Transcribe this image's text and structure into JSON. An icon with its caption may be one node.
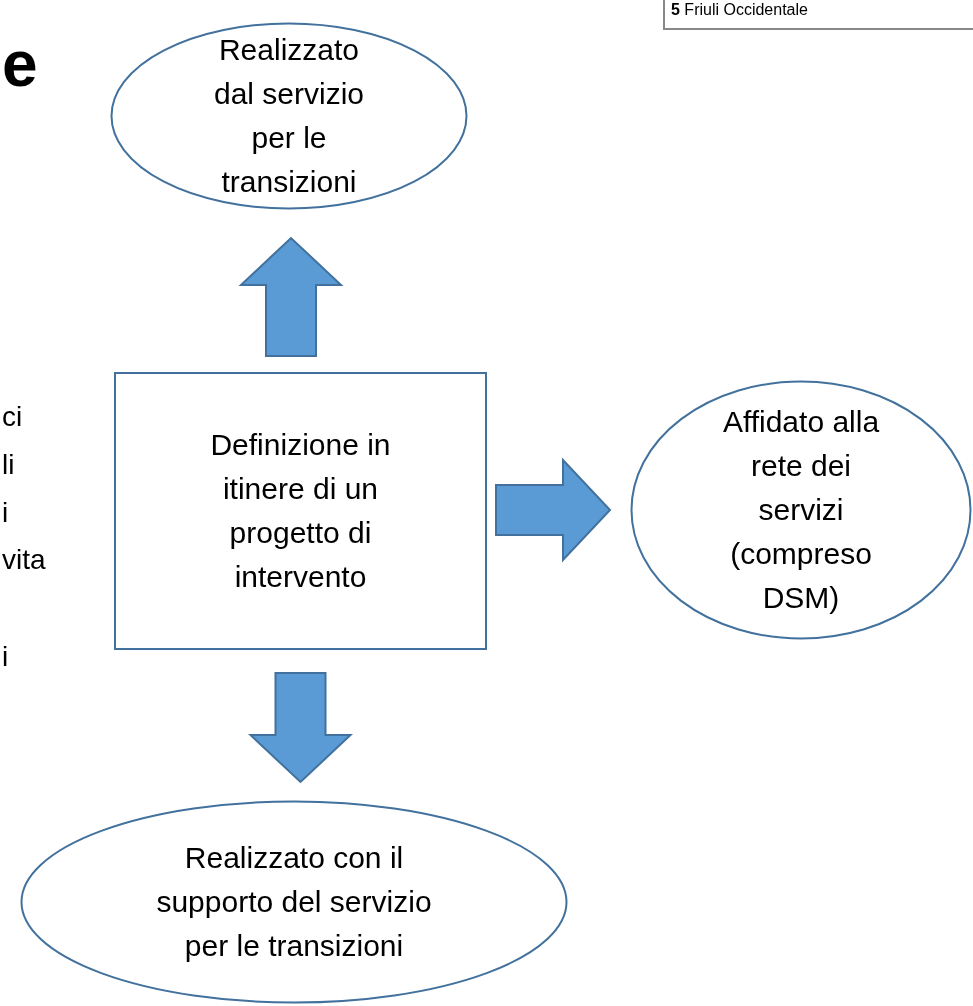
{
  "diagram": {
    "nodes": [
      {
        "text": [
          "Definizione in itinere di un progetto di intervento"
        ]
      },
      {
        "text": [
          "Realizzato dal servizio per le transizioni"
        ]
      },
      {
        "text": [
          "Affidato alla rete dei servizi (compreso DSM)"
        ]
      },
      {
        "text": [
          "Realizzato con il supporto del servizio per le transizioni"
        ]
      }
    ],
    "edges": [
      {
        "from": 0,
        "to": 1,
        "arrow": "to",
        "style": "thick"
      },
      {
        "from": 0,
        "to": 2,
        "arrow": "to",
        "style": "thick"
      },
      {
        "from": 0,
        "to": 3,
        "arrow": "to",
        "style": "thick"
      }
    ],
    "labels": [
      "**5** Friuli Occidentale",
      "e",
      "ci",
      "li",
      "i",
      "vita",
      "i"
    ]
  }
}
